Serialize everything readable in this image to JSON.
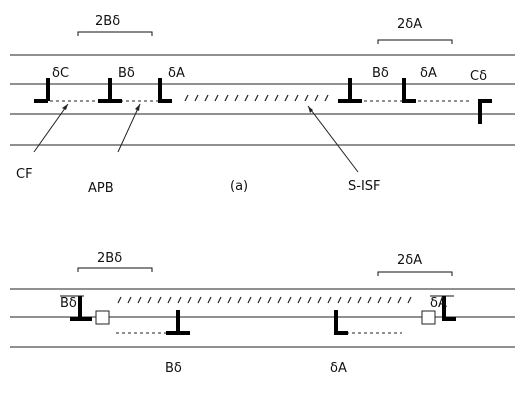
{
  "panel_a": {
    "top_labels": {
      "left_bracket": "2Bδ",
      "right_bracket": "2δA"
    },
    "dislocation_labels": {
      "d1": "δC",
      "d2": "Bδ",
      "d3": "δA",
      "d4": "Bδ",
      "d5": "δA",
      "d6": "Cδ"
    },
    "annotations": {
      "cf": "CF",
      "apb": "APB",
      "sisf": "S-ISF"
    },
    "caption": "(a)"
  },
  "panel_b": {
    "top_labels": {
      "left_bracket": "2Bδ",
      "right_bracket": "2δA"
    },
    "dislocation_labels": {
      "left_top": "Bδ",
      "right_top": "δA",
      "bottom_left": "Bδ",
      "bottom_right": "δA"
    }
  }
}
